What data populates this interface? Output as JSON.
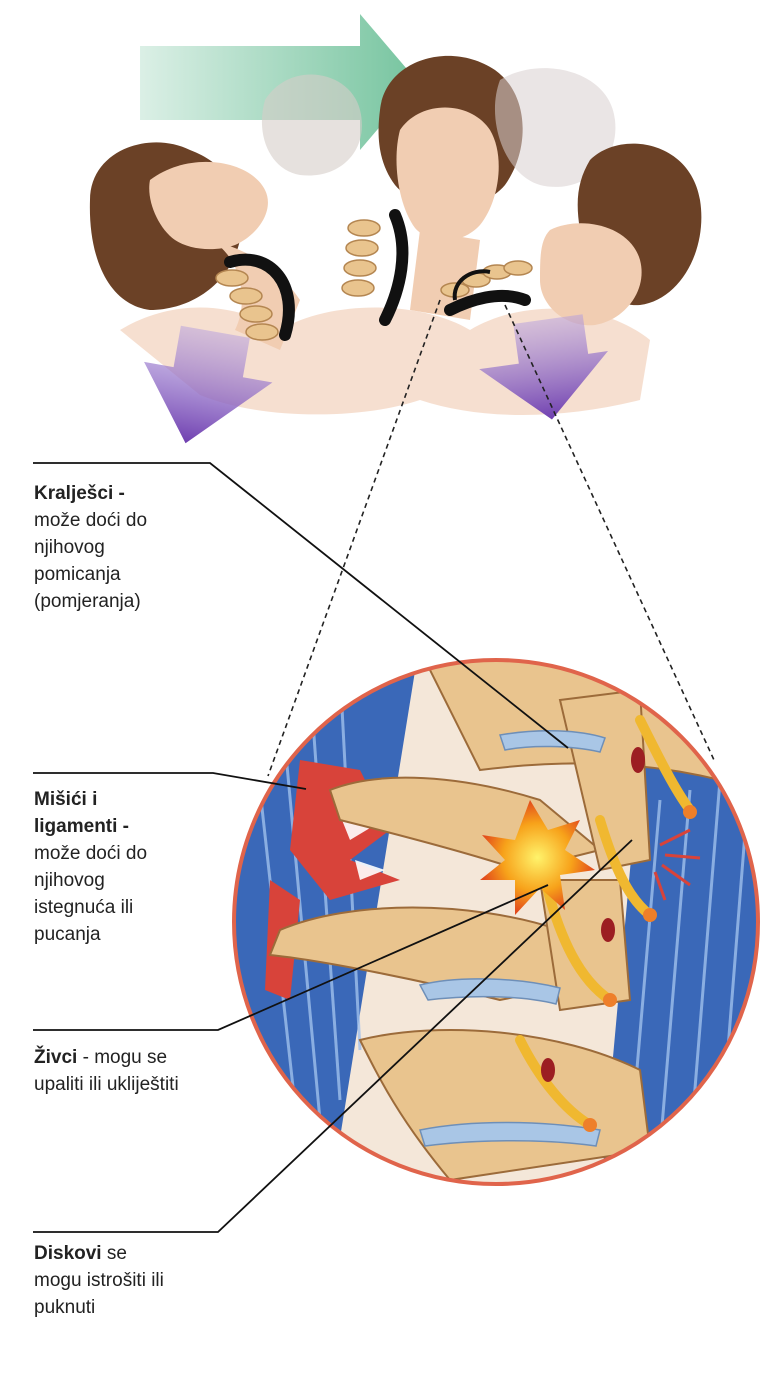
{
  "labels": {
    "vertebrae": {
      "head": "Kralješci -",
      "lines": [
        "može doći do",
        "njihovog",
        "pomicanja",
        "(pomjeranja)"
      ]
    },
    "muscles": {
      "head_lines": [
        "Mišići i",
        "ligamenti -"
      ],
      "lines": [
        "može doći do",
        "njihovog",
        "istegnuća ili",
        "pucanja"
      ]
    },
    "nerves": {
      "head": "Živci",
      "rest": " - mogu se",
      "lines": [
        "upaliti ili uklijеštiti"
      ]
    },
    "discs": {
      "head": "Diskovi",
      "rest": " se",
      "lines": [
        "mogu istrošiti ili",
        "puknuti"
      ]
    }
  },
  "colors": {
    "forward_arrow": "#6fc19a",
    "back_arrow": "#7b4fb5",
    "circle_border": "#e0644b",
    "muscle_blue": "#3a68b8",
    "muscle_red": "#d8433a",
    "bone": "#e9c48e",
    "nerve": "#f0b830",
    "pain_star": "#f7a21a",
    "skin": "#f1cdb2",
    "hair": "#6b4126"
  },
  "icons": [
    "forward-arrow-icon",
    "back-arrow-icon",
    "pain-burst-icon"
  ]
}
